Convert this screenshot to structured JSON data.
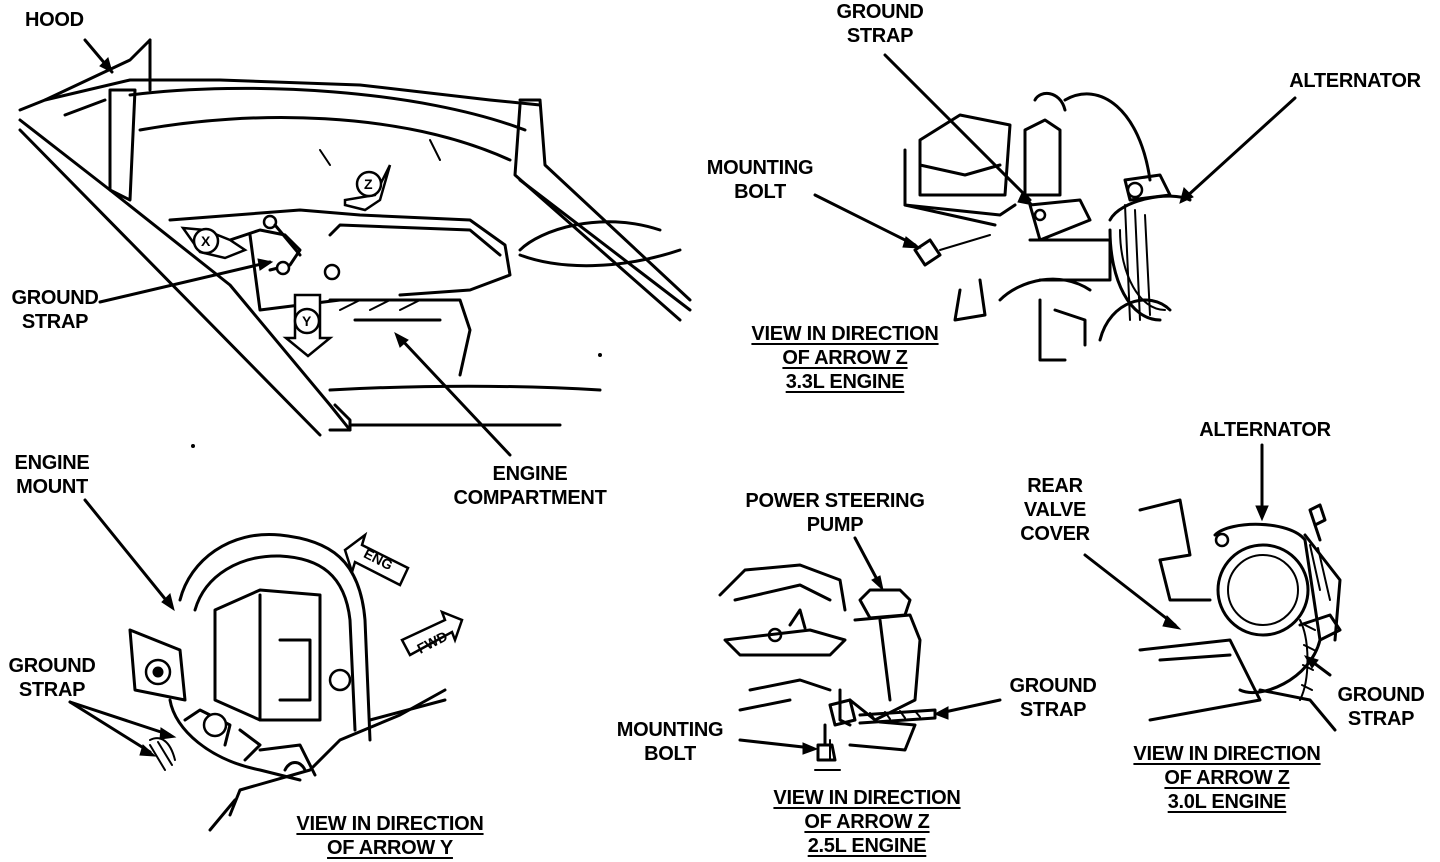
{
  "labels": {
    "hood": "HOOD",
    "ground_strap_top_left": [
      "GROUND",
      "STRAP"
    ],
    "engine_compartment": [
      "ENGINE",
      "COMPARTMENT"
    ],
    "ground_strap_top_right": [
      "GROUND",
      "STRAP"
    ],
    "alternator_top": "ALTERNATOR",
    "mounting_bolt_top": [
      "MOUNTING",
      "BOLT"
    ],
    "view_z_33": [
      "VIEW IN DIRECTION",
      "OF ARROW Z",
      "3.3L ENGINE"
    ],
    "engine_mount": [
      "ENGINE",
      "MOUNT"
    ],
    "ground_strap_bottom_left": [
      "GROUND",
      "STRAP"
    ],
    "view_y": [
      "VIEW IN DIRECTION",
      "OF ARROW Y"
    ],
    "power_steering_pump": [
      "POWER STEERING",
      "PUMP"
    ],
    "ground_strap_bottom_mid": [
      "GROUND",
      "STRAP"
    ],
    "mounting_bolt_bottom": [
      "MOUNTING",
      "BOLT"
    ],
    "view_z_25": [
      "VIEW IN DIRECTION",
      "OF ARROW Z",
      "2.5L ENGINE"
    ],
    "rear_valve_cover": [
      "REAR",
      "VALVE",
      "COVER"
    ],
    "alternator_bottom": "ALTERNATOR",
    "ground_strap_bottom_right": [
      "GROUND",
      "STRAP"
    ],
    "view_z_30": [
      "VIEW IN DIRECTION",
      "OF ARROW Z",
      "3.0L ENGINE"
    ]
  },
  "arrow_tags": {
    "x": "X",
    "y": "Y",
    "z": "Z",
    "eng": "ENG",
    "fwd": "FWD"
  }
}
